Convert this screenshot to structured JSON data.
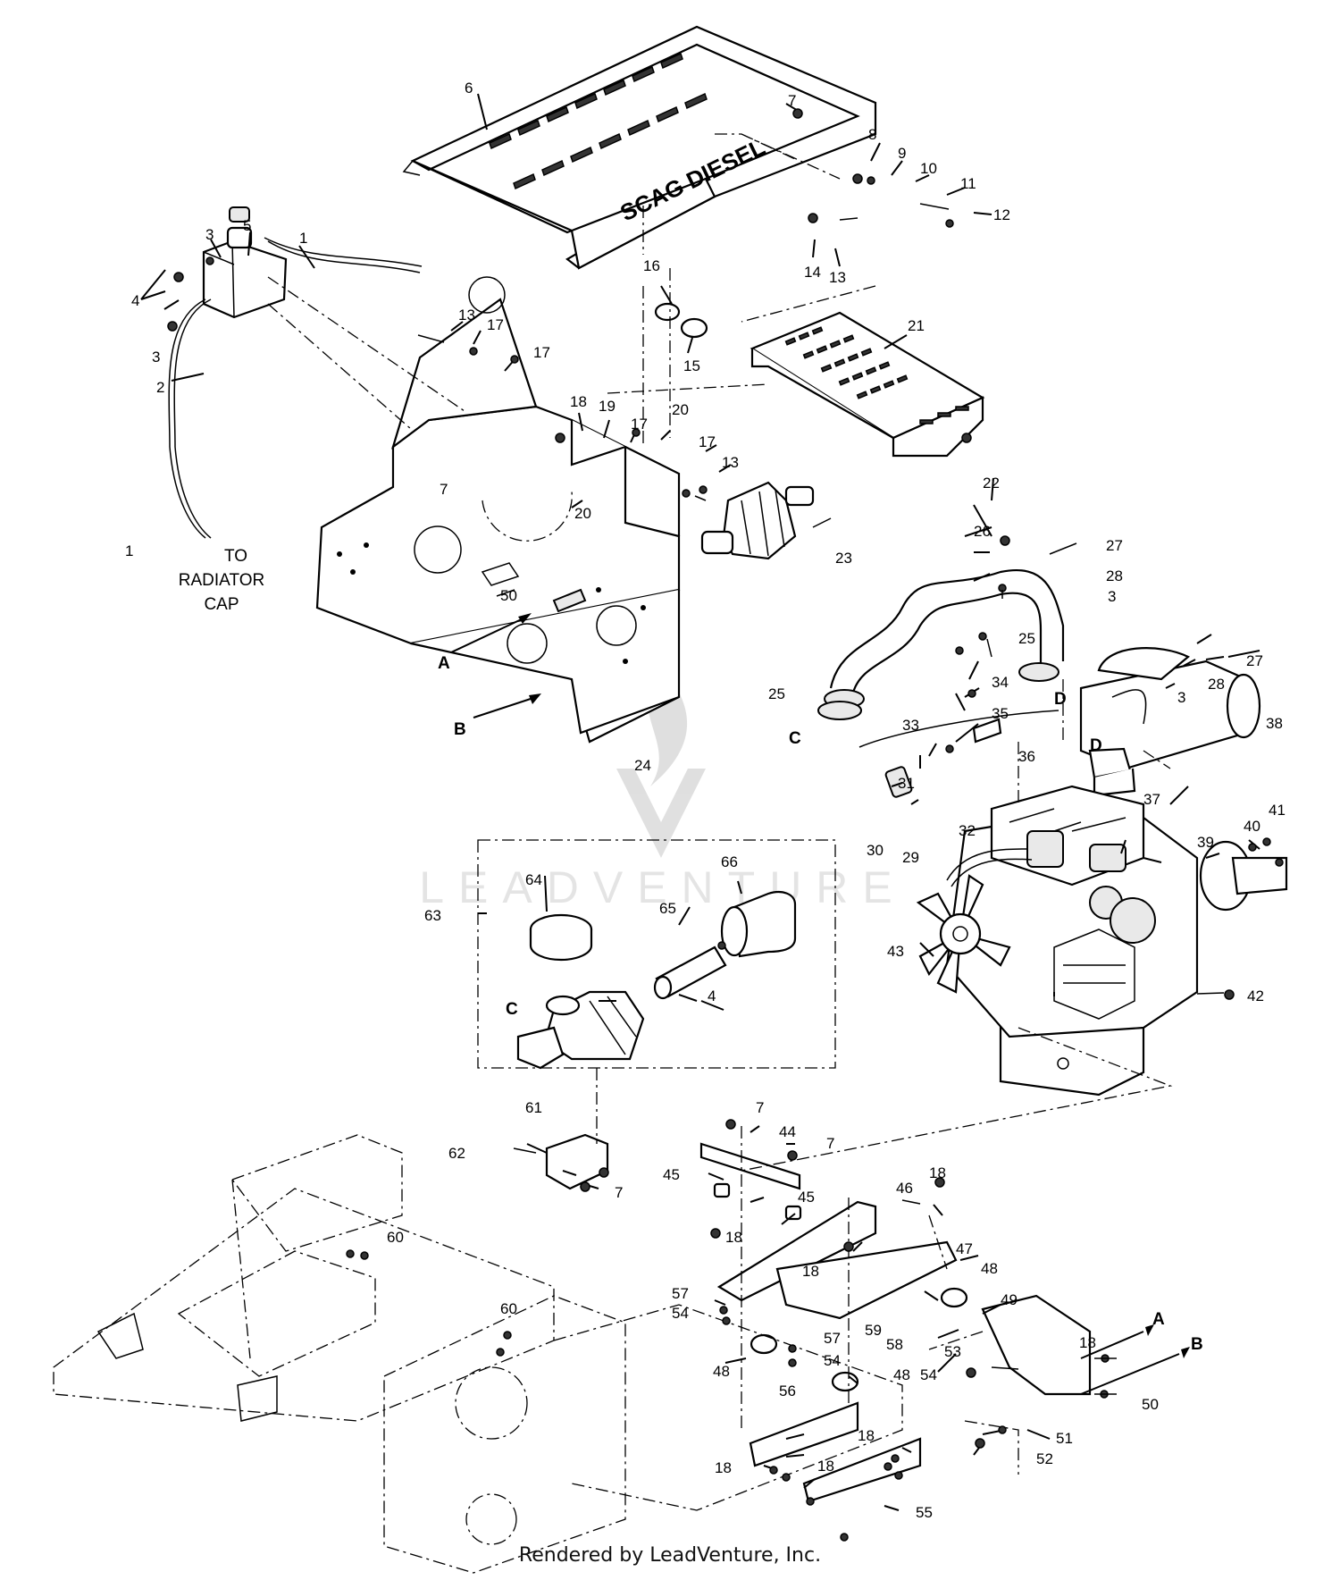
{
  "footer": {
    "text": "Rendered by LeadVenture, Inc."
  },
  "watermark": {
    "text": "LEADVENTURE"
  },
  "cover_logo": {
    "text": "SCAG DIESEL"
  },
  "radiator_note": {
    "line1": "TO",
    "line2": "RADIATOR",
    "line3": "CAP"
  },
  "callouts": [
    {
      "id": "6",
      "text": "6"
    },
    {
      "id": "7a",
      "text": "7"
    },
    {
      "id": "8",
      "text": "8"
    },
    {
      "id": "9",
      "text": "9"
    },
    {
      "id": "10",
      "text": "10"
    },
    {
      "id": "11",
      "text": "11"
    },
    {
      "id": "12",
      "text": "12"
    },
    {
      "id": "14",
      "text": "14"
    },
    {
      "id": "13a",
      "text": "13"
    },
    {
      "id": "1a",
      "text": "1"
    },
    {
      "id": "3a",
      "text": "3"
    },
    {
      "id": "5",
      "text": "5"
    },
    {
      "id": "4a",
      "text": "4"
    },
    {
      "id": "3b",
      "text": "3"
    },
    {
      "id": "2",
      "text": "2"
    },
    {
      "id": "16",
      "text": "16"
    },
    {
      "id": "15",
      "text": "15"
    },
    {
      "id": "13b",
      "text": "13"
    },
    {
      "id": "17a",
      "text": "17"
    },
    {
      "id": "17b",
      "text": "17"
    },
    {
      "id": "21",
      "text": "21"
    },
    {
      "id": "18a",
      "text": "18"
    },
    {
      "id": "19",
      "text": "19"
    },
    {
      "id": "17c",
      "text": "17"
    },
    {
      "id": "20a",
      "text": "20"
    },
    {
      "id": "7b",
      "text": "7"
    },
    {
      "id": "17d",
      "text": "17"
    },
    {
      "id": "13c",
      "text": "13"
    },
    {
      "id": "22",
      "text": "22"
    },
    {
      "id": "20b",
      "text": "20"
    },
    {
      "id": "23",
      "text": "23"
    },
    {
      "id": "1b",
      "text": "1"
    },
    {
      "id": "26",
      "text": "26"
    },
    {
      "id": "27a",
      "text": "27"
    },
    {
      "id": "28a",
      "text": "28"
    },
    {
      "id": "3c",
      "text": "3"
    },
    {
      "id": "50a",
      "text": "50"
    },
    {
      "id": "27b",
      "text": "27"
    },
    {
      "id": "28b",
      "text": "28"
    },
    {
      "id": "3d",
      "text": "3"
    },
    {
      "id": "25a",
      "text": "25"
    },
    {
      "id": "34",
      "text": "34"
    },
    {
      "id": "35",
      "text": "35"
    },
    {
      "id": "25b",
      "text": "25"
    },
    {
      "id": "33",
      "text": "33"
    },
    {
      "id": "38",
      "text": "38"
    },
    {
      "id": "24",
      "text": "24"
    },
    {
      "id": "36",
      "text": "36"
    },
    {
      "id": "31",
      "text": "31"
    },
    {
      "id": "37",
      "text": "37"
    },
    {
      "id": "32",
      "text": "32"
    },
    {
      "id": "30",
      "text": "30"
    },
    {
      "id": "29",
      "text": "29"
    },
    {
      "id": "39",
      "text": "39"
    },
    {
      "id": "40",
      "text": "40"
    },
    {
      "id": "41",
      "text": "41"
    },
    {
      "id": "66",
      "text": "66"
    },
    {
      "id": "64",
      "text": "64"
    },
    {
      "id": "65",
      "text": "65"
    },
    {
      "id": "63",
      "text": "63"
    },
    {
      "id": "43",
      "text": "43"
    },
    {
      "id": "4b",
      "text": "4"
    },
    {
      "id": "42",
      "text": "42"
    },
    {
      "id": "61",
      "text": "61"
    },
    {
      "id": "7c",
      "text": "7"
    },
    {
      "id": "44",
      "text": "44"
    },
    {
      "id": "7d",
      "text": "7"
    },
    {
      "id": "62",
      "text": "62"
    },
    {
      "id": "45a",
      "text": "45"
    },
    {
      "id": "7e",
      "text": "7"
    },
    {
      "id": "18b",
      "text": "18"
    },
    {
      "id": "46",
      "text": "46"
    },
    {
      "id": "45b",
      "text": "45"
    },
    {
      "id": "18c",
      "text": "18"
    },
    {
      "id": "60a",
      "text": "60"
    },
    {
      "id": "18d",
      "text": "18"
    },
    {
      "id": "47",
      "text": "47"
    },
    {
      "id": "48a",
      "text": "48"
    },
    {
      "id": "57a",
      "text": "57"
    },
    {
      "id": "49",
      "text": "49"
    },
    {
      "id": "60b",
      "text": "60"
    },
    {
      "id": "54a",
      "text": "54"
    },
    {
      "id": "59",
      "text": "59"
    },
    {
      "id": "58",
      "text": "58"
    },
    {
      "id": "57b",
      "text": "57"
    },
    {
      "id": "54b",
      "text": "54"
    },
    {
      "id": "18e",
      "text": "18"
    },
    {
      "id": "53",
      "text": "53"
    },
    {
      "id": "48b",
      "text": "48"
    },
    {
      "id": "48c",
      "text": "48"
    },
    {
      "id": "54c",
      "text": "54"
    },
    {
      "id": "56",
      "text": "56"
    },
    {
      "id": "50b",
      "text": "50"
    },
    {
      "id": "18f",
      "text": "18"
    },
    {
      "id": "51",
      "text": "51"
    },
    {
      "id": "52",
      "text": "52"
    },
    {
      "id": "18g",
      "text": "18"
    },
    {
      "id": "18h",
      "text": "18"
    },
    {
      "id": "55",
      "text": "55"
    }
  ],
  "connectors": [
    {
      "id": "A1",
      "text": "A"
    },
    {
      "id": "B1",
      "text": "B"
    },
    {
      "id": "C1",
      "text": "C"
    },
    {
      "id": "D1",
      "text": "D"
    },
    {
      "id": "D2",
      "text": "D"
    },
    {
      "id": "C2",
      "text": "C"
    },
    {
      "id": "A2",
      "text": "A"
    },
    {
      "id": "B2",
      "text": "B"
    }
  ]
}
